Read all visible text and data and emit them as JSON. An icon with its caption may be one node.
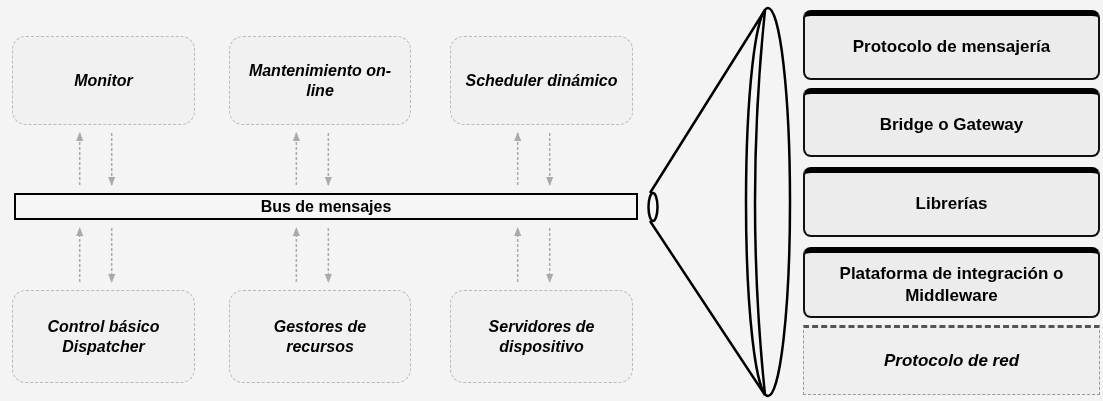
{
  "diagram": {
    "nodes": [
      {
        "text": [
          "Monitor"
        ]
      },
      {
        "text": [
          "Mantenimiento on-line"
        ]
      },
      {
        "text": [
          "Scheduler dinámico"
        ]
      },
      {
        "text": [
          "Bus de mensajes"
        ]
      },
      {
        "text": [
          "Control básico Dispatcher"
        ]
      },
      {
        "text": [
          "Gestores de recursos"
        ]
      },
      {
        "text": [
          "Servidores de dispositivo"
        ]
      },
      {
        "text": [
          "Protocolo de mensajería"
        ]
      },
      {
        "text": [
          "Bridge o Gateway"
        ]
      },
      {
        "text": [
          "Librerías"
        ]
      },
      {
        "text": [
          "Plataforma de integración o Middleware"
        ]
      },
      {
        "text": [
          "Protocolo de red"
        ]
      }
    ],
    "edges": [
      {
        "from": 3,
        "to": 0,
        "arrow": "to"
      },
      {
        "from": 0,
        "to": 3,
        "arrow": "to"
      },
      {
        "from": 3,
        "to": 1,
        "arrow": "to"
      },
      {
        "from": 1,
        "to": 3,
        "arrow": "to"
      },
      {
        "from": 3,
        "to": 2,
        "arrow": "to"
      },
      {
        "from": 2,
        "to": 3,
        "arrow": "to"
      },
      {
        "from": 4,
        "to": 3,
        "arrow": "to"
      },
      {
        "from": 3,
        "to": 4,
        "arrow": "to"
      },
      {
        "from": 5,
        "to": 3,
        "arrow": "to"
      },
      {
        "from": 3,
        "to": 5,
        "arrow": "to"
      },
      {
        "from": 6,
        "to": 3,
        "arrow": "to"
      },
      {
        "from": 3,
        "to": 6,
        "arrow": "to"
      }
    ]
  }
}
